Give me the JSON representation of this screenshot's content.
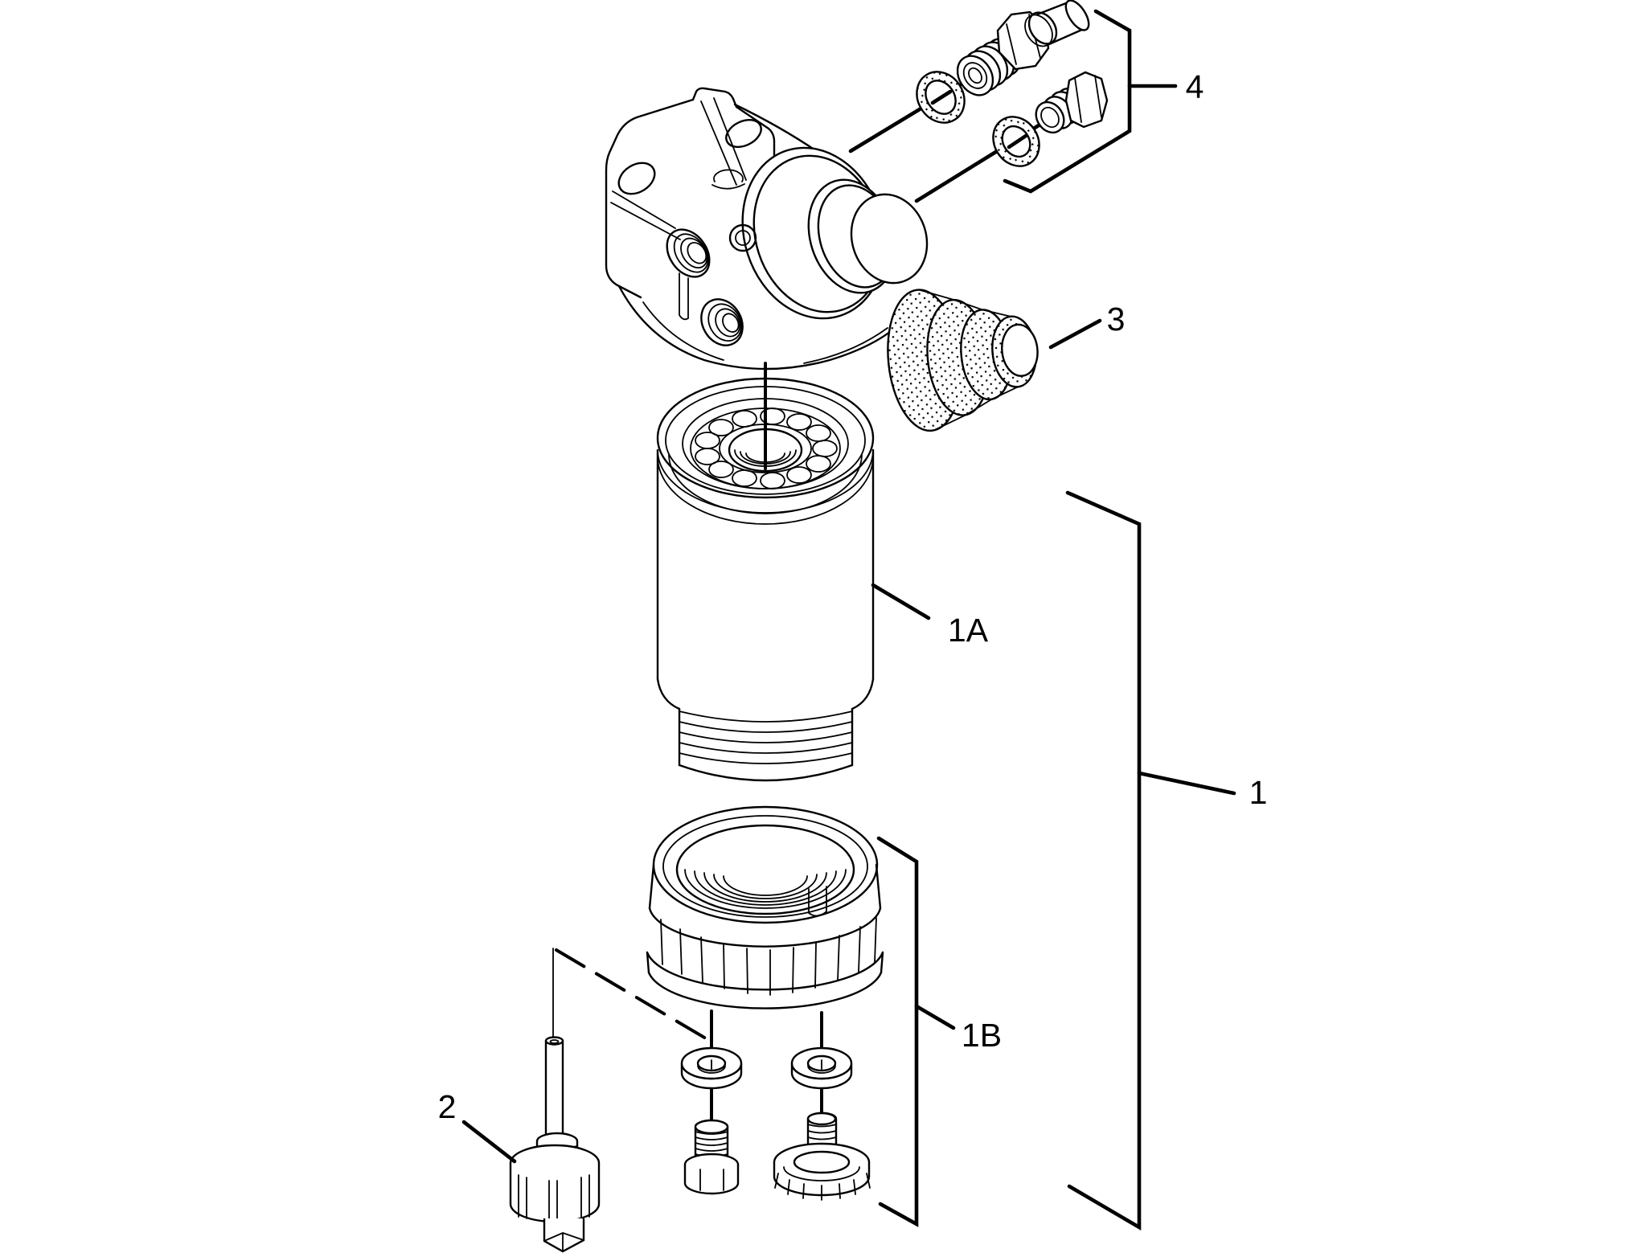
{
  "figure": {
    "type": "exploded-parts-diagram",
    "background_color": "#ffffff",
    "line_color": "#000000",
    "callouts": {
      "part_1": "1",
      "part_1a": "1A",
      "part_1b": "1B",
      "part_2": "2",
      "part_3": "3",
      "part_4": "4"
    }
  }
}
